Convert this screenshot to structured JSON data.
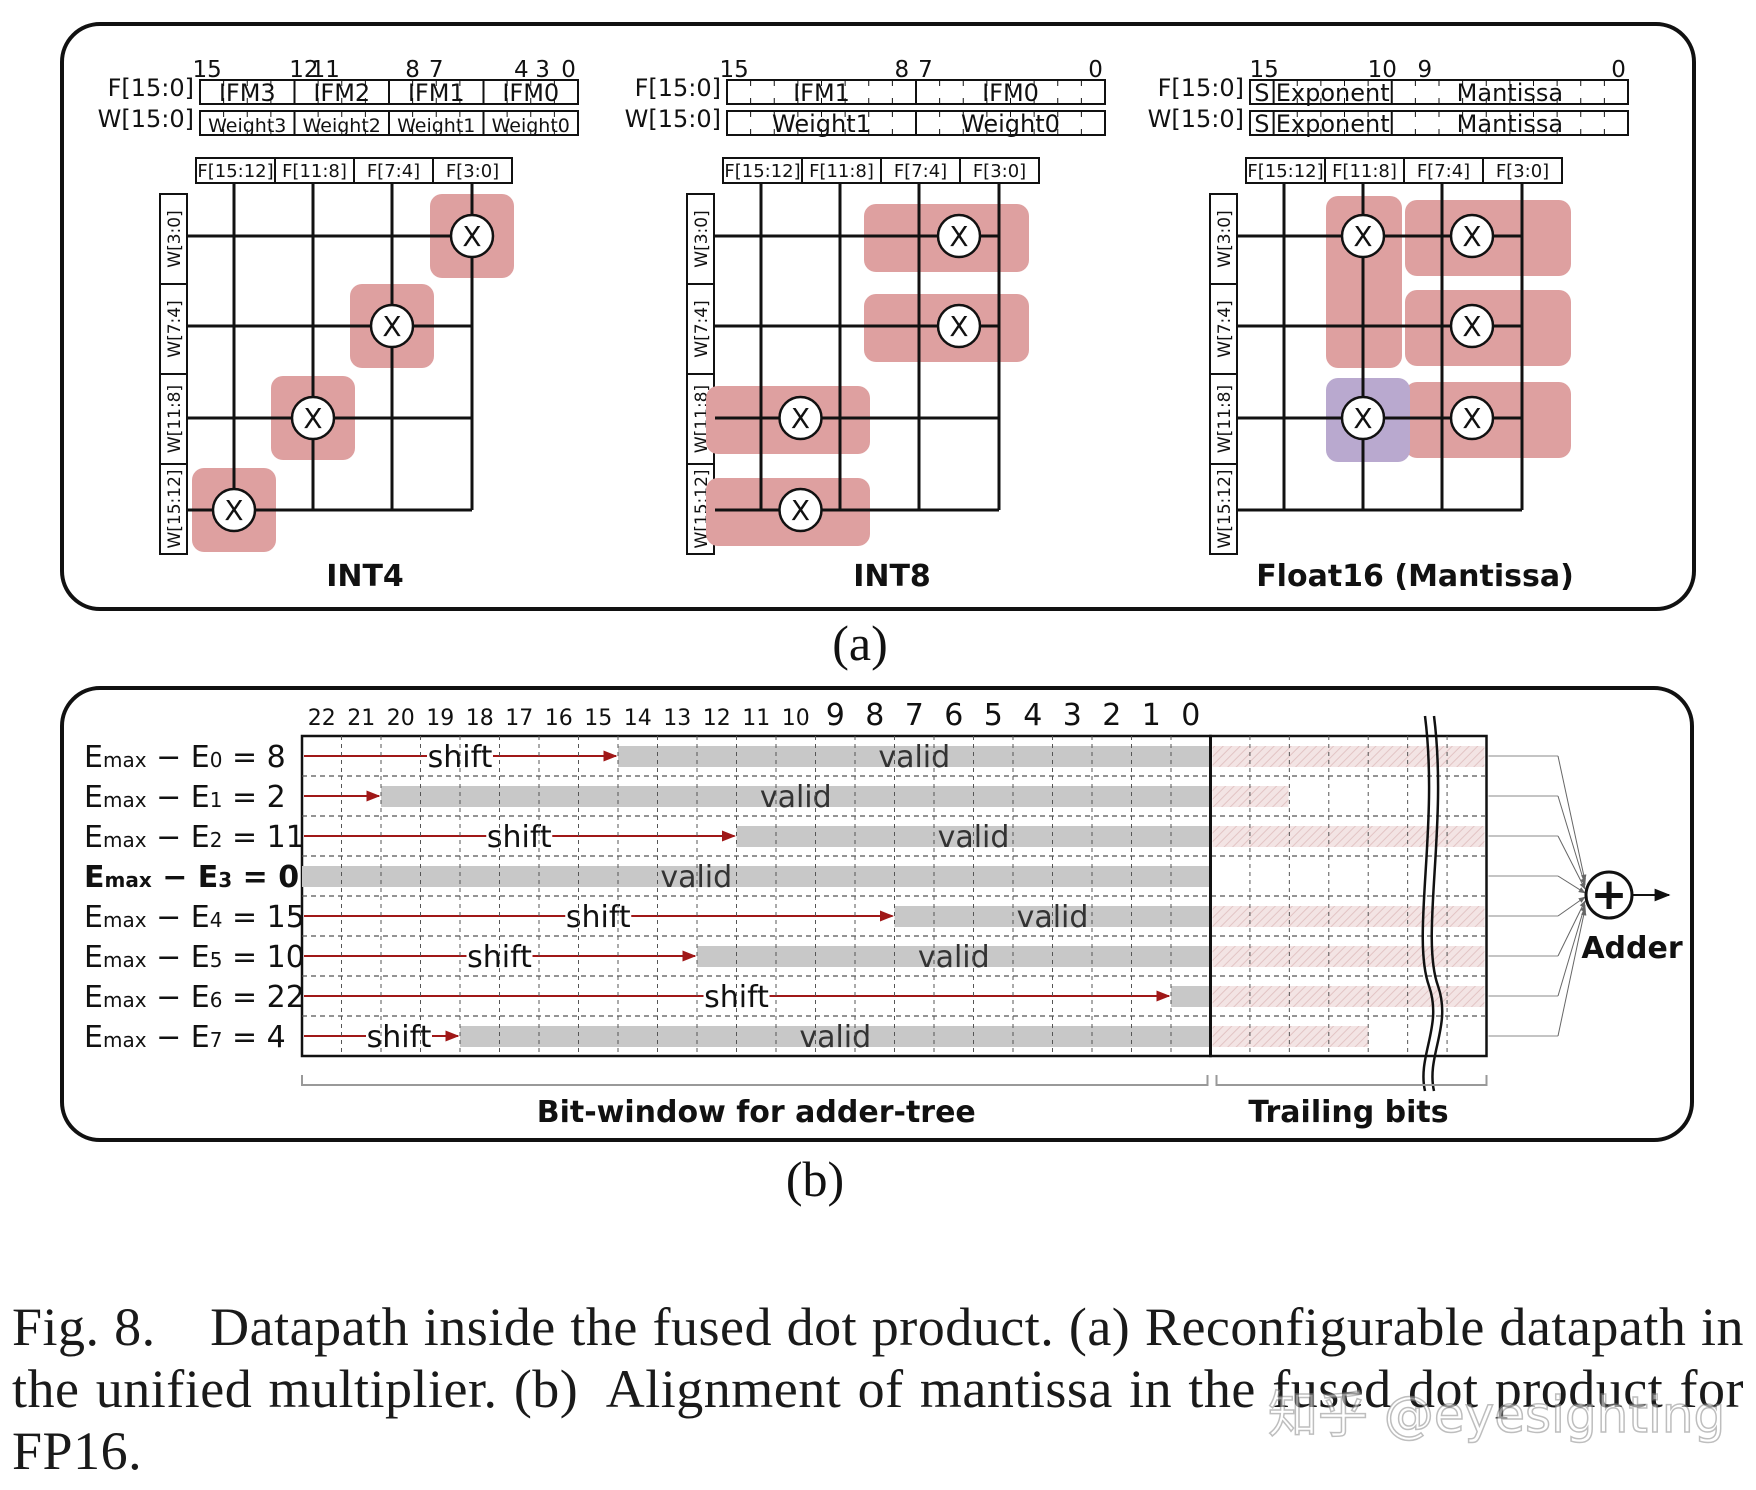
{
  "panel_a": {
    "subpanels": [
      {
        "title": "INT4",
        "field_rows": [
          "F[15:0]",
          "W[15:0]"
        ],
        "bit_ticks": [
          "15",
          "12",
          "11",
          "8",
          "7",
          "4",
          "3",
          "0"
        ],
        "f_fields": [
          "IFM3",
          "IFM2",
          "IFM1",
          "IFM0"
        ],
        "w_fields": [
          "Weight3",
          "Weight2",
          "Weight1",
          "Weight0"
        ],
        "col_labels": [
          "F[15:12]",
          "F[11:8]",
          "F[7:4]",
          "F[3:0]"
        ],
        "row_labels": [
          "W[3:0]",
          "W[7:4]",
          "W[11:8]",
          "W[15:12]"
        ],
        "multiplier_symbol": "X"
      },
      {
        "title": "INT8",
        "field_rows": [
          "F[15:0]",
          "W[15:0]"
        ],
        "bit_ticks": [
          "15",
          "8",
          "7",
          "0"
        ],
        "f_fields": [
          "IFM1",
          "IFM0"
        ],
        "w_fields": [
          "Weight1",
          "Weight0"
        ],
        "col_labels": [
          "F[15:12]",
          "F[11:8]",
          "F[7:4]",
          "F[3:0]"
        ],
        "row_labels": [
          "W[3:0]",
          "W[7:4]",
          "W[11:8]",
          "W[15:12]"
        ],
        "multiplier_symbol": "X"
      },
      {
        "title": "Float16 (Mantissa)",
        "field_rows": [
          "F[15:0]",
          "W[15:0]"
        ],
        "bit_ticks": [
          "15",
          "10",
          "9",
          "0"
        ],
        "f_fields": [
          "S",
          "Exponent",
          "Mantissa"
        ],
        "w_fields": [
          "S",
          "Exponent",
          "Mantissa"
        ],
        "col_labels": [
          "F[15:12]",
          "F[11:8]",
          "F[7:4]",
          "F[3:0]"
        ],
        "row_labels": [
          "W[3:0]",
          "W[7:4]",
          "W[11:8]",
          "W[15:12]"
        ],
        "multiplier_symbol": "X"
      }
    ],
    "panel_label": "(a)"
  },
  "panel_b": {
    "bit_numbers": [
      "22",
      "21",
      "20",
      "19",
      "18",
      "17",
      "16",
      "15",
      "14",
      "13",
      "12",
      "11",
      "10",
      "9",
      "8",
      "7",
      "6",
      "5",
      "4",
      "3",
      "2",
      "1",
      "0"
    ],
    "rows": [
      {
        "prefix": "E",
        "sub": "max",
        "minus": " − E",
        "index": "0",
        "value": " = 8",
        "shift": 8,
        "bold": false,
        "shift_label": "shift",
        "valid_label": "valid",
        "trailing": "full"
      },
      {
        "prefix": "E",
        "sub": "max",
        "minus": " − E",
        "index": "1",
        "value": " = 2",
        "shift": 2,
        "bold": false,
        "shift_label": "",
        "valid_label": "valid",
        "trailing": "short"
      },
      {
        "prefix": "E",
        "sub": "max",
        "minus": " − E",
        "index": "2",
        "value": " = 11",
        "shift": 11,
        "bold": false,
        "shift_label": "shift",
        "valid_label": "valid",
        "trailing": "full"
      },
      {
        "prefix": "E",
        "sub": "max",
        "minus": " − E",
        "index": "3",
        "value": " = 0",
        "shift": 0,
        "bold": true,
        "shift_label": "",
        "valid_label": "valid",
        "trailing": "none"
      },
      {
        "prefix": "E",
        "sub": "max",
        "minus": " − E",
        "index": "4",
        "value": " = 15",
        "shift": 15,
        "bold": false,
        "shift_label": "shift",
        "valid_label": "valid",
        "trailing": "full"
      },
      {
        "prefix": "E",
        "sub": "max",
        "minus": " − E",
        "index": "5",
        "value": " = 10",
        "shift": 10,
        "bold": false,
        "shift_label": "shift",
        "valid_label": "valid",
        "trailing": "full"
      },
      {
        "prefix": "E",
        "sub": "max",
        "minus": " − E",
        "index": "6",
        "value": " = 22",
        "shift": 22,
        "bold": false,
        "shift_label": "shift",
        "valid_label": "",
        "trailing": "full"
      },
      {
        "prefix": "E",
        "sub": "max",
        "minus": " − E",
        "index": "7",
        "value": " = 4",
        "shift": 4,
        "bold": false,
        "shift_label": "shift",
        "valid_label": "valid",
        "trailing": "medium"
      }
    ],
    "adder_label": "Adder",
    "adder_symbol": "+",
    "bracket_left": "Bit-window for adder-tree",
    "bracket_right": "Trailing bits",
    "panel_label": "(b)"
  },
  "caption": "Fig. 8. Datapath inside the fused dot product. (a) Reconfigurable datapath in the unified multiplier. (b) Alignment of mantissa in the fused dot product for FP16.",
  "watermark": "知乎 @eyesighting",
  "colors": {
    "pink_block": "#dea0a0",
    "purple_block": "#b9a9cf",
    "valid_bar": "#c8c8c8",
    "shift_arrow": "#a01818",
    "trailing_fill": "#f0dede",
    "line": "#111111"
  }
}
